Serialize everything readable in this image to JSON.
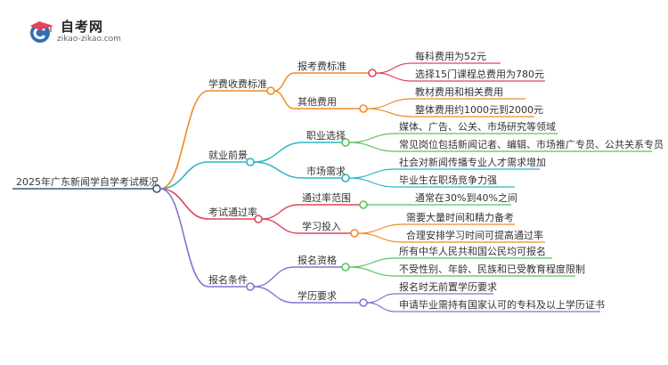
{
  "brand": {
    "name": "自考网",
    "url": "zikao-zikao.com",
    "color": "#2f6fb0"
  },
  "colors": {
    "root": "#3b5a75",
    "fee": "#f08a24",
    "career": "#2cb5c0",
    "pass": "#e0435a",
    "reg": "#8c6fd1",
    "leaf_fee_std": "#e0435a",
    "leaf_fee_other": "#f08a24",
    "leaf_green": "#58c25a",
    "leaf_orange": "#f08a24",
    "leaf_purple": "#8c6fd1",
    "leaf_teal": "#2cb5c0"
  },
  "mindmap": {
    "root": "2025年广东新闻学自学考试概况",
    "branches": [
      {
        "label": "学费收费标准",
        "children": [
          {
            "label": "报考费标准",
            "leaves": [
              "每科费用为52元",
              "选择15门课程总费用为780元"
            ]
          },
          {
            "label": "其他费用",
            "leaves": [
              "教材费用和相关费用",
              "整体费用约1000元到2000元"
            ]
          }
        ]
      },
      {
        "label": "就业前景",
        "children": [
          {
            "label": "职业选择",
            "leaves": [
              "媒体、广告、公关、市场研究等领域",
              "常见岗位包括新闻记者、编辑、市场推广专员、公共关系专员"
            ]
          },
          {
            "label": "市场需求",
            "leaves": [
              "社会对新闻传播专业人才需求增加",
              "毕业生在职场竞争力强"
            ]
          }
        ]
      },
      {
        "label": "考试通过率",
        "children": [
          {
            "label": "通过率范围",
            "leaves": [
              "通常在30%到40%之间"
            ]
          },
          {
            "label": "学习投入",
            "leaves": [
              "需要大量时间和精力备考",
              "合理安排学习时间可提高通过率"
            ]
          }
        ]
      },
      {
        "label": "报名条件",
        "children": [
          {
            "label": "报名资格",
            "leaves": [
              "所有中华人民共和国公民均可报名",
              "不受性别、年龄、民族和已受教育程度限制"
            ]
          },
          {
            "label": "学历要求",
            "leaves": [
              "报名时无前置学历要求",
              "申请毕业需持有国家认可的专科及以上学历证书"
            ]
          }
        ]
      }
    ]
  }
}
